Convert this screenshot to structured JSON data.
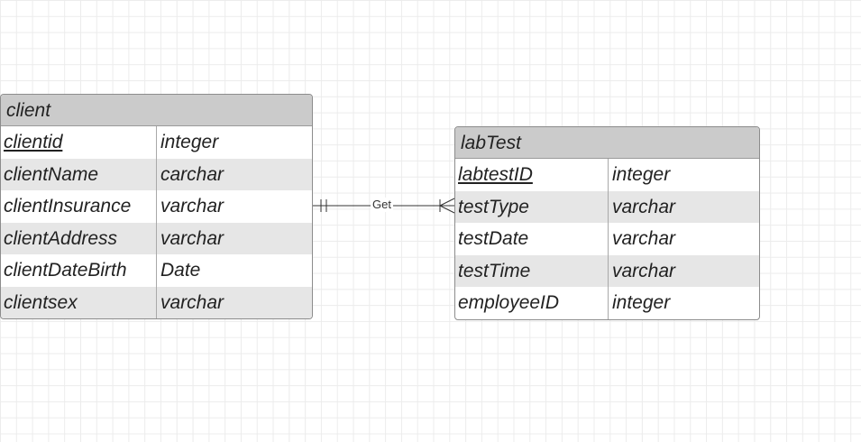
{
  "entities": {
    "client": {
      "title": "client",
      "rows": [
        {
          "name": "clientid",
          "type": "integer"
        },
        {
          "name": "clientName",
          "type": "carchar"
        },
        {
          "name": "clientInsurance",
          "type": "varchar"
        },
        {
          "name": "clientAddress",
          "type": "varchar"
        },
        {
          "name": "clientDateBirth",
          "type": "Date"
        },
        {
          "name": "clientsex",
          "type": "varchar"
        }
      ]
    },
    "labtest": {
      "title": "labTest",
      "rows": [
        {
          "name": "labtestID",
          "type": "integer"
        },
        {
          "name": "testType",
          "type": "varchar"
        },
        {
          "name": "testDate",
          "type": "varchar"
        },
        {
          "name": "testTime",
          "type": "varchar"
        },
        {
          "name": "employeeID",
          "type": "integer"
        }
      ]
    }
  },
  "relationship": {
    "label": "Get",
    "from_cardinality": "one-and-only-one",
    "to_cardinality": "one-or-many",
    "line_color": "#333333"
  }
}
